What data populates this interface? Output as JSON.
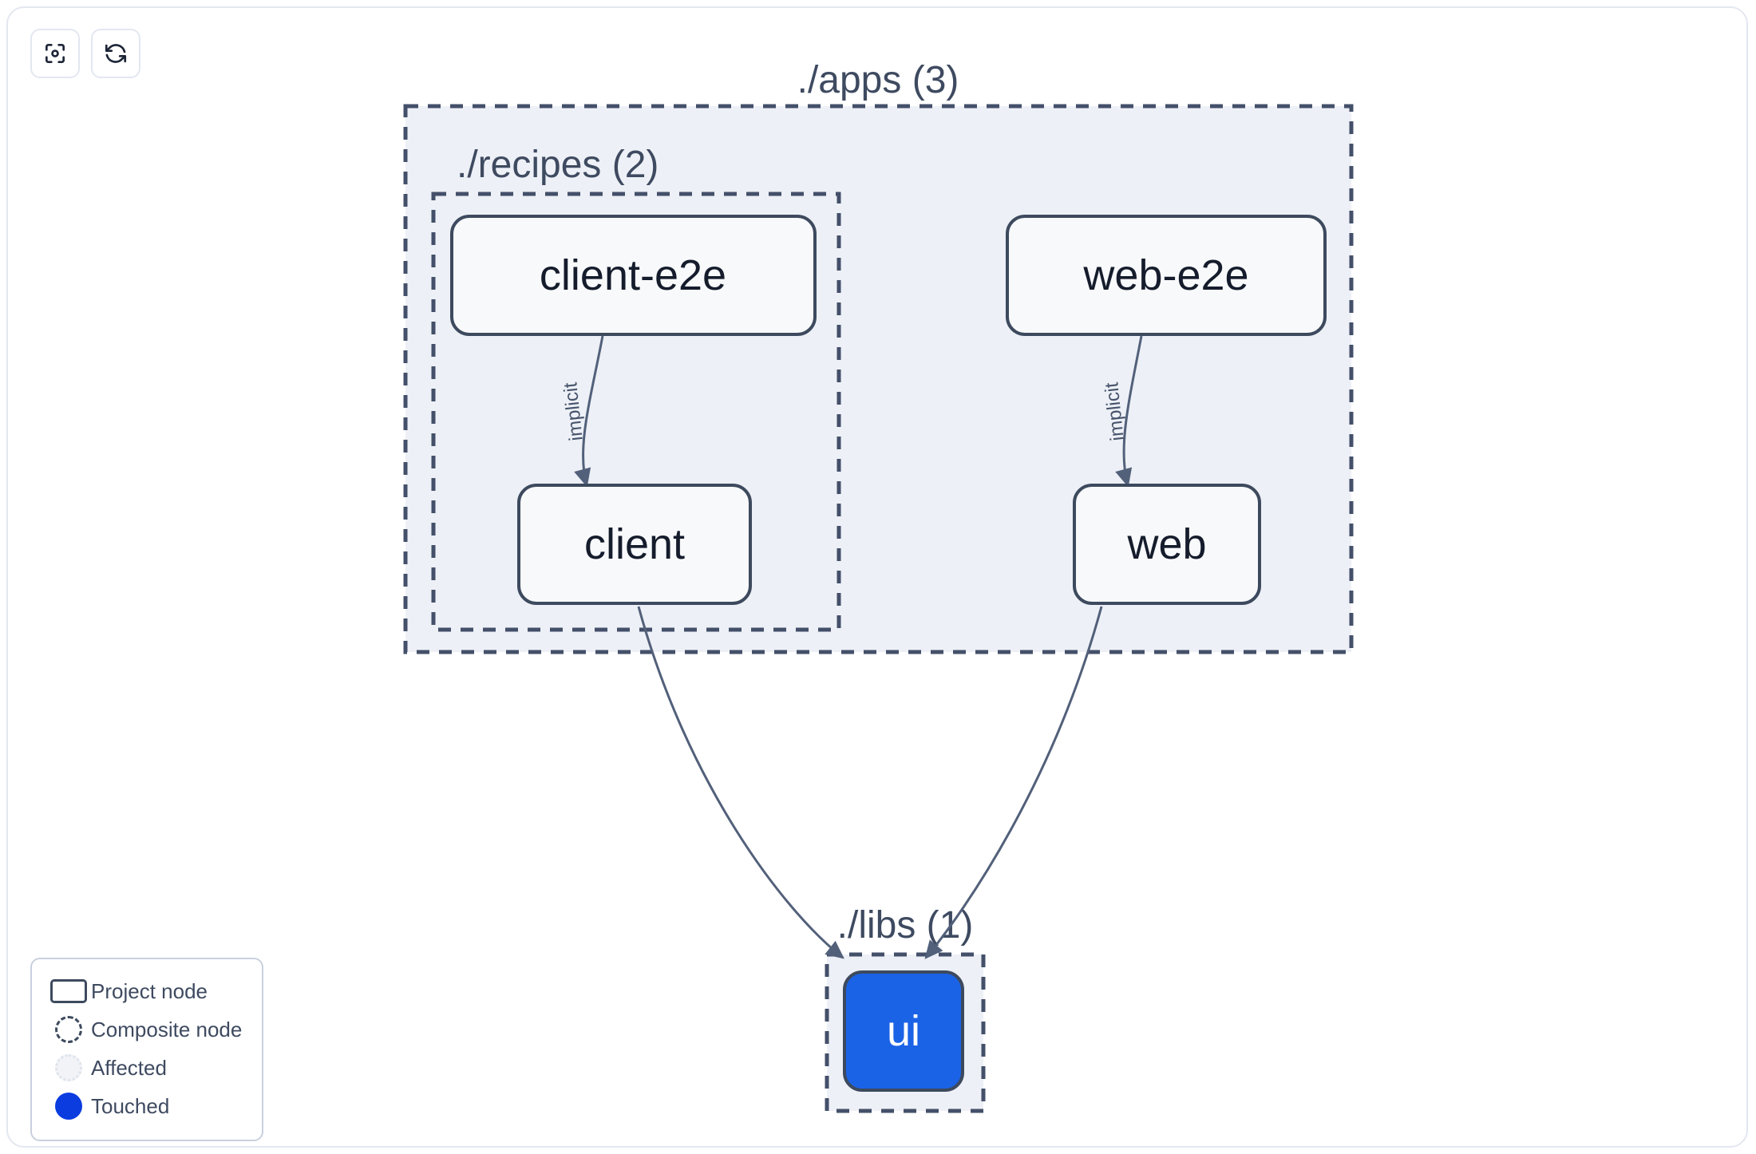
{
  "toolbar": {
    "buttons": [
      {
        "name": "focus-graph-button",
        "icon": "focus-target-icon",
        "title": "Focus graph"
      },
      {
        "name": "refresh-graph-button",
        "icon": "refresh-icon",
        "title": "Refresh graph"
      }
    ]
  },
  "graph": {
    "groups": [
      {
        "id": "apps",
        "label": "./apps (3)",
        "count": 3
      },
      {
        "id": "recipes",
        "label": "./recipes (2)",
        "count": 2
      },
      {
        "id": "libs",
        "label": "./libs (1)",
        "count": 1
      }
    ],
    "nodes": [
      {
        "id": "client-e2e",
        "label": "client-e2e",
        "group": "recipes",
        "state": "normal"
      },
      {
        "id": "client",
        "label": "client",
        "group": "recipes",
        "state": "normal"
      },
      {
        "id": "web-e2e",
        "label": "web-e2e",
        "group": "apps",
        "state": "normal"
      },
      {
        "id": "web",
        "label": "web",
        "group": "apps",
        "state": "normal"
      },
      {
        "id": "ui",
        "label": "ui",
        "group": "libs",
        "state": "touched"
      }
    ],
    "edges": [
      {
        "from": "client-e2e",
        "to": "client",
        "label": "implicit"
      },
      {
        "from": "web-e2e",
        "to": "web",
        "label": "implicit"
      },
      {
        "from": "client",
        "to": "ui",
        "label": ""
      },
      {
        "from": "web",
        "to": "ui",
        "label": ""
      }
    ]
  },
  "legend": {
    "items": [
      {
        "swatch": "project-node-swatch",
        "label": "Project node"
      },
      {
        "swatch": "composite-node-swatch",
        "label": "Composite node"
      },
      {
        "swatch": "affected-swatch",
        "label": "Affected"
      },
      {
        "swatch": "touched-swatch",
        "label": "Touched"
      }
    ]
  },
  "colors": {
    "touched": "#1b63e6",
    "touched_legend": "#0b3ce0",
    "group_fill": "#edf0f6",
    "group_border": "#44506a",
    "node_border": "#3d4a5e",
    "node_fill": "#f8f9fb",
    "edge": "#52607a",
    "text": "#151c2c",
    "group_text": "#3e4a60",
    "frame_border": "#e3e7f0"
  }
}
